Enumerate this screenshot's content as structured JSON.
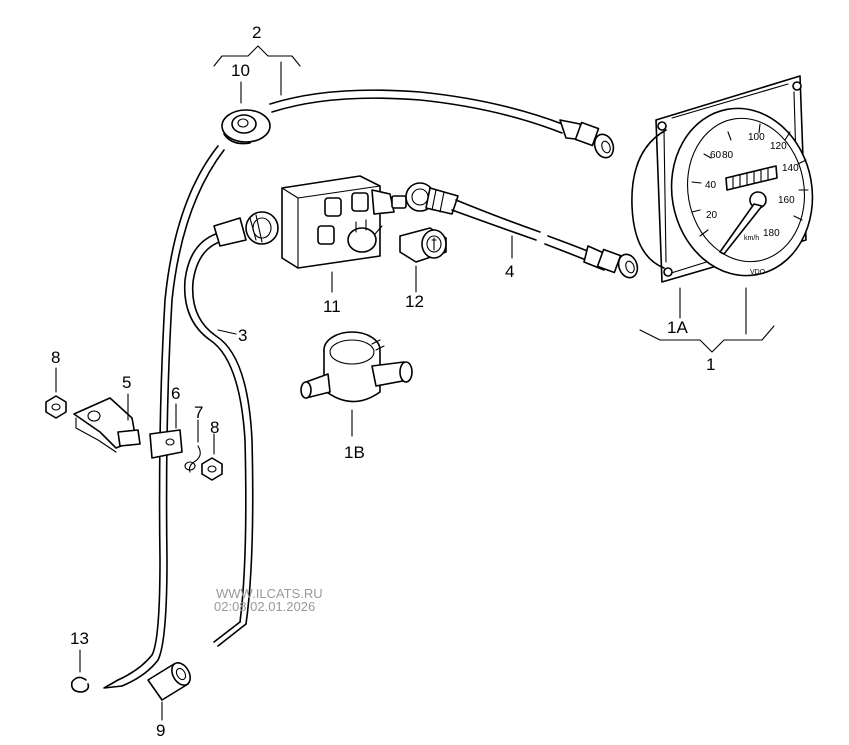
{
  "callouts": {
    "c1": "1",
    "c1a": "1A",
    "c1b": "1B",
    "c2": "2",
    "c3": "3",
    "c4": "4",
    "c5": "5",
    "c6": "6",
    "c7": "7",
    "c8a": "8",
    "c8b": "8",
    "c9": "9",
    "c10": "10",
    "c11": "11",
    "c12": "12",
    "c13": "13"
  },
  "speedometer": {
    "scale": [
      "20",
      "40",
      "60",
      "80",
      "100",
      "120",
      "140",
      "160",
      "180"
    ],
    "unit": "km/h",
    "brand": "VDO"
  },
  "watermark": {
    "site": "WWW.ILCATS.RU",
    "timestamp": "02:08 02.01.2026"
  }
}
